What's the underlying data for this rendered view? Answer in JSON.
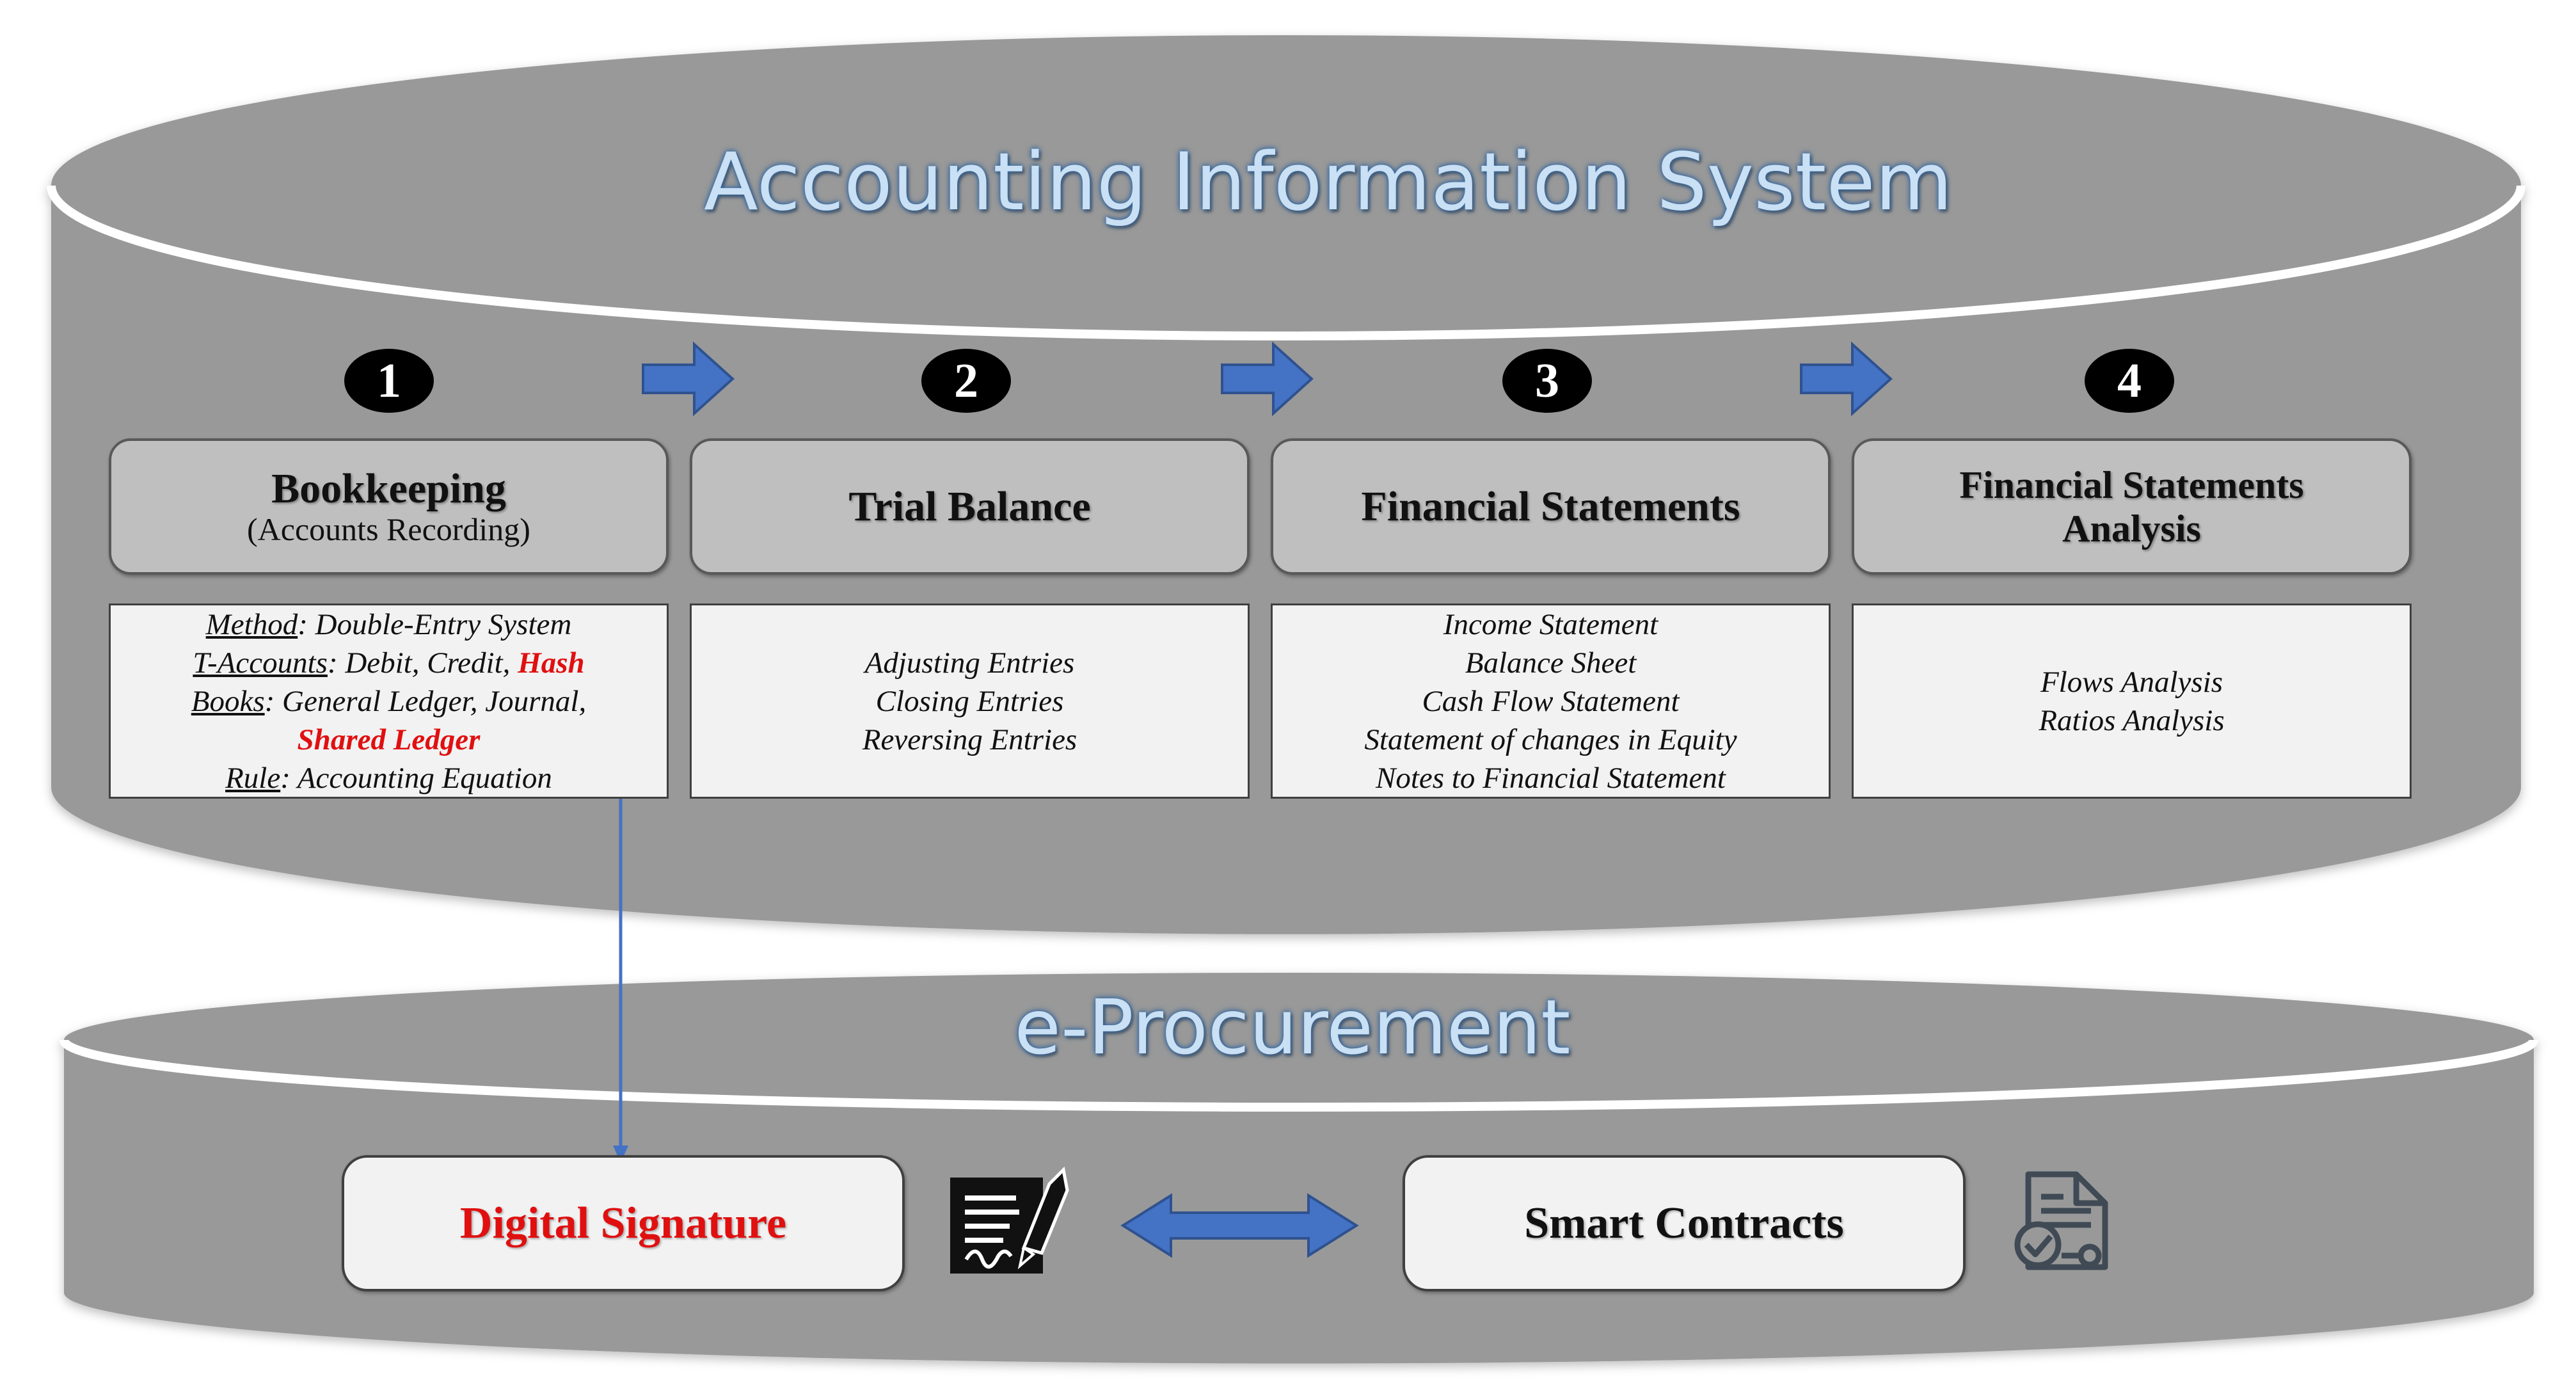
{
  "diagram": {
    "title": "Accounting Information System",
    "subtitle": "e-Procurement",
    "steps": [
      {
        "number": "1",
        "heading": "Bookkeeping",
        "subheading": "(Accounts Recording)",
        "details": {
          "method_label": "Method",
          "method_value": ": Double-Entry System",
          "taccounts_label": "T-Accounts",
          "taccounts_value": ": Debit, Credit, ",
          "taccounts_highlight": "Hash",
          "books_label": "Books",
          "books_value": ": General Ledger, Journal,",
          "books_highlight": "Shared Ledger",
          "rule_label": "Rule",
          "rule_value": ": Accounting Equation"
        }
      },
      {
        "number": "2",
        "heading": "Trial Balance",
        "items": [
          "Adjusting Entries",
          "Closing Entries",
          "Reversing Entries"
        ]
      },
      {
        "number": "3",
        "heading": "Financial Statements",
        "items": [
          "Income Statement",
          "Balance Sheet",
          "Cash Flow Statement",
          "Statement of changes in Equity",
          "Notes to Financial Statement"
        ]
      },
      {
        "number": "4",
        "heading_line1": "Financial Statements",
        "heading_line2": "Analysis",
        "items": [
          "Flows Analysis",
          "Ratios Analysis"
        ]
      }
    ],
    "procurement": {
      "digital_signature": "Digital Signature",
      "smart_contracts": "Smart Contracts",
      "signature_icon": "signed-document-icon",
      "contract_icon": "contract-check-icon"
    },
    "colors": {
      "cylinder_fill": "#999999",
      "cylinder_rim": "#ffffff",
      "arrow_blue": "#4472c4",
      "highlight_red": "#e01010",
      "title_glow": "#c9e0f5"
    }
  }
}
